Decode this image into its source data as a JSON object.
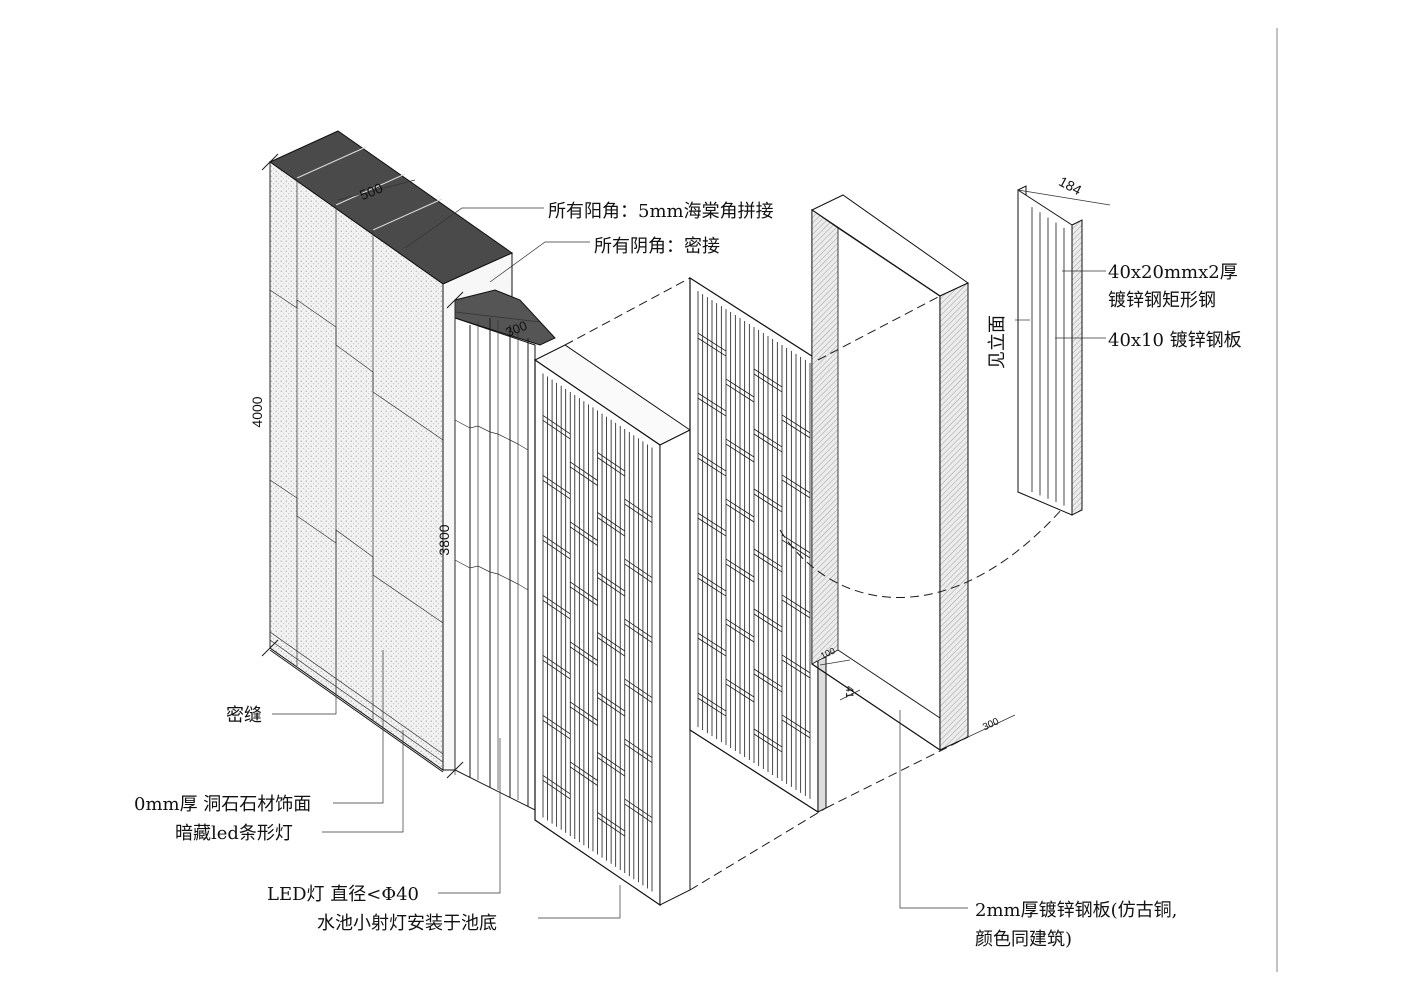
{
  "labels": {
    "corner_out": "所有阳角：5mm海棠角拼接",
    "corner_in": "所有阴角：密接",
    "tight_seam": "密缝",
    "stone_finish": "0mm厚 洞石石材饰面",
    "led_strip": "暗藏led条形灯",
    "led_light": "LED灯 直径<Φ40",
    "pool_light": "水池小射灯安装于池底",
    "steel_plate_line1": "2mm厚镀锌钢板(仿古铜,",
    "steel_plate_line2": "颜色同建筑)",
    "rect_steel_line1": "40x20mmx2厚",
    "rect_steel_line2": "镀锌钢矩形钢",
    "flat_steel": "40x10 镀锌钢板",
    "see_elevation": "见立面"
  },
  "dimensions": {
    "stone_height": "4000",
    "fin_height": "3800",
    "stone_width": "500",
    "fin_depth": "300",
    "detail_width": "184",
    "frame_depth": "300",
    "small_a": "100",
    "small_b": "41"
  },
  "colors": {
    "stone_top": "#4a4a4a",
    "stone_face": "#f0f0f0",
    "lines": "#1a1a1a",
    "frame_hatch": "#d8d8d8"
  }
}
